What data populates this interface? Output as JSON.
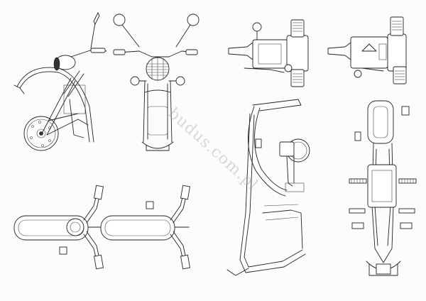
{
  "drawing": {
    "type": "motorcycle-frame-blueprint",
    "watermark_text": "budus.com.pl",
    "views": [
      {
        "name": "front-left-side"
      },
      {
        "name": "front-view"
      },
      {
        "name": "engine-top-view"
      },
      {
        "name": "engine-top-view-mirrored"
      },
      {
        "name": "frame-side-view"
      },
      {
        "name": "frame-top-view"
      },
      {
        "name": "handlebar-top-view-left"
      },
      {
        "name": "handlebar-top-view-right"
      }
    ],
    "colors": {
      "line": "#222222",
      "background": "#fcfcfc",
      "watermark": "#969696"
    }
  }
}
